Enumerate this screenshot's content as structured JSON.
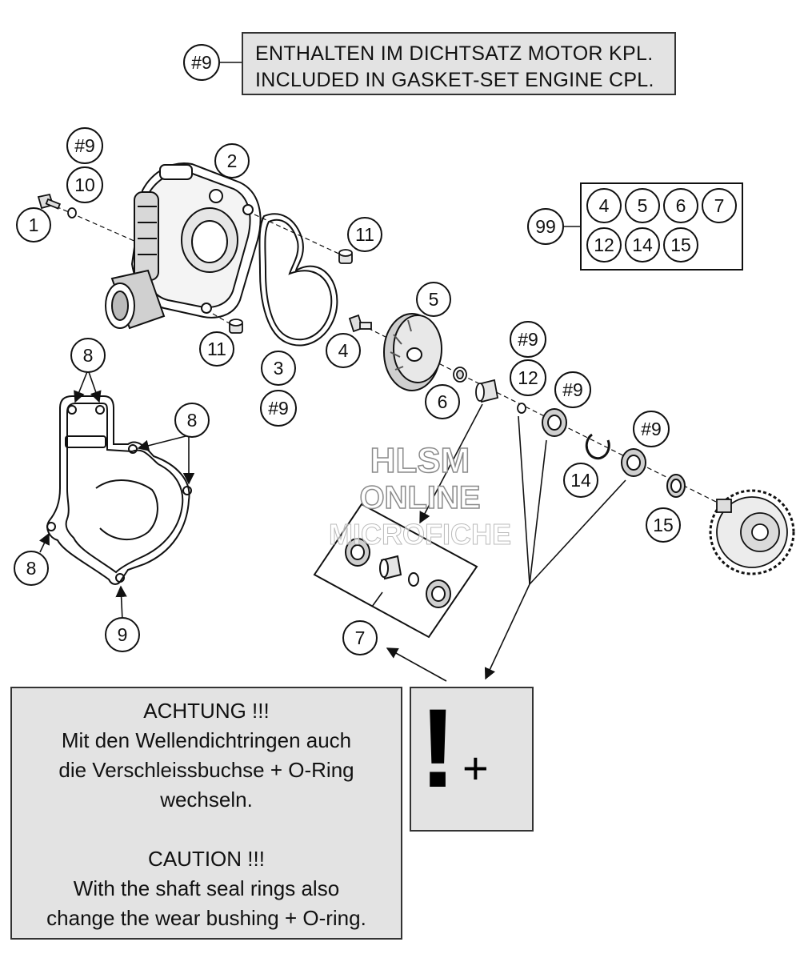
{
  "header_note": {
    "ref": "#9",
    "line_de": "ENTHALTEN IM DICHTSATZ MOTOR KPL.",
    "line_en": "INCLUDED IN GASKET-SET ENGINE CPL."
  },
  "callouts": {
    "bolt": "1",
    "pump_cover": "2",
    "cover_gasket": "3",
    "impeller_bolt": "4",
    "impeller": "5",
    "washer": "6",
    "seal_kit": "7",
    "gasket_hole_a": "8",
    "gasket_hole_b": "8",
    "gasket_hole_c": "8",
    "gasket_label": "9",
    "washer_small": "10",
    "dowel_upper": "11",
    "dowel_lower": "11",
    "o_ring": "12",
    "circlip": "14",
    "bearing": "15",
    "ref_bolt": "#9",
    "ref_gasket": "#9",
    "ref_o_ring": "#9",
    "ref_seal_inner": "#9",
    "ref_seal_outer": "#9"
  },
  "kit_99": {
    "label": "99",
    "items": [
      "4",
      "5",
      "6",
      "7",
      "12",
      "14",
      "15"
    ]
  },
  "watermark": [
    "HLSM",
    "ONLINE",
    "MICROFICHE"
  ],
  "caution": {
    "de_title": "ACHTUNG !!!",
    "de_lines": [
      "Mit den Wellendichtringen auch",
      "die Verschleissbuchse + O-Ring",
      "wechseln."
    ],
    "en_title": "CAUTION !!!",
    "en_lines": [
      "With the shaft seal rings also",
      "change the wear bushing + O-ring."
    ]
  },
  "warning_icon": {
    "exclamation": "!",
    "plus": "+"
  },
  "icons": [
    "exclamation-icon",
    "plus-icon",
    "arrow-icon"
  ],
  "colors": {
    "box_fill": "#e3e3e3",
    "line": "#111111",
    "watermark_outline": "#8a8a8a"
  }
}
